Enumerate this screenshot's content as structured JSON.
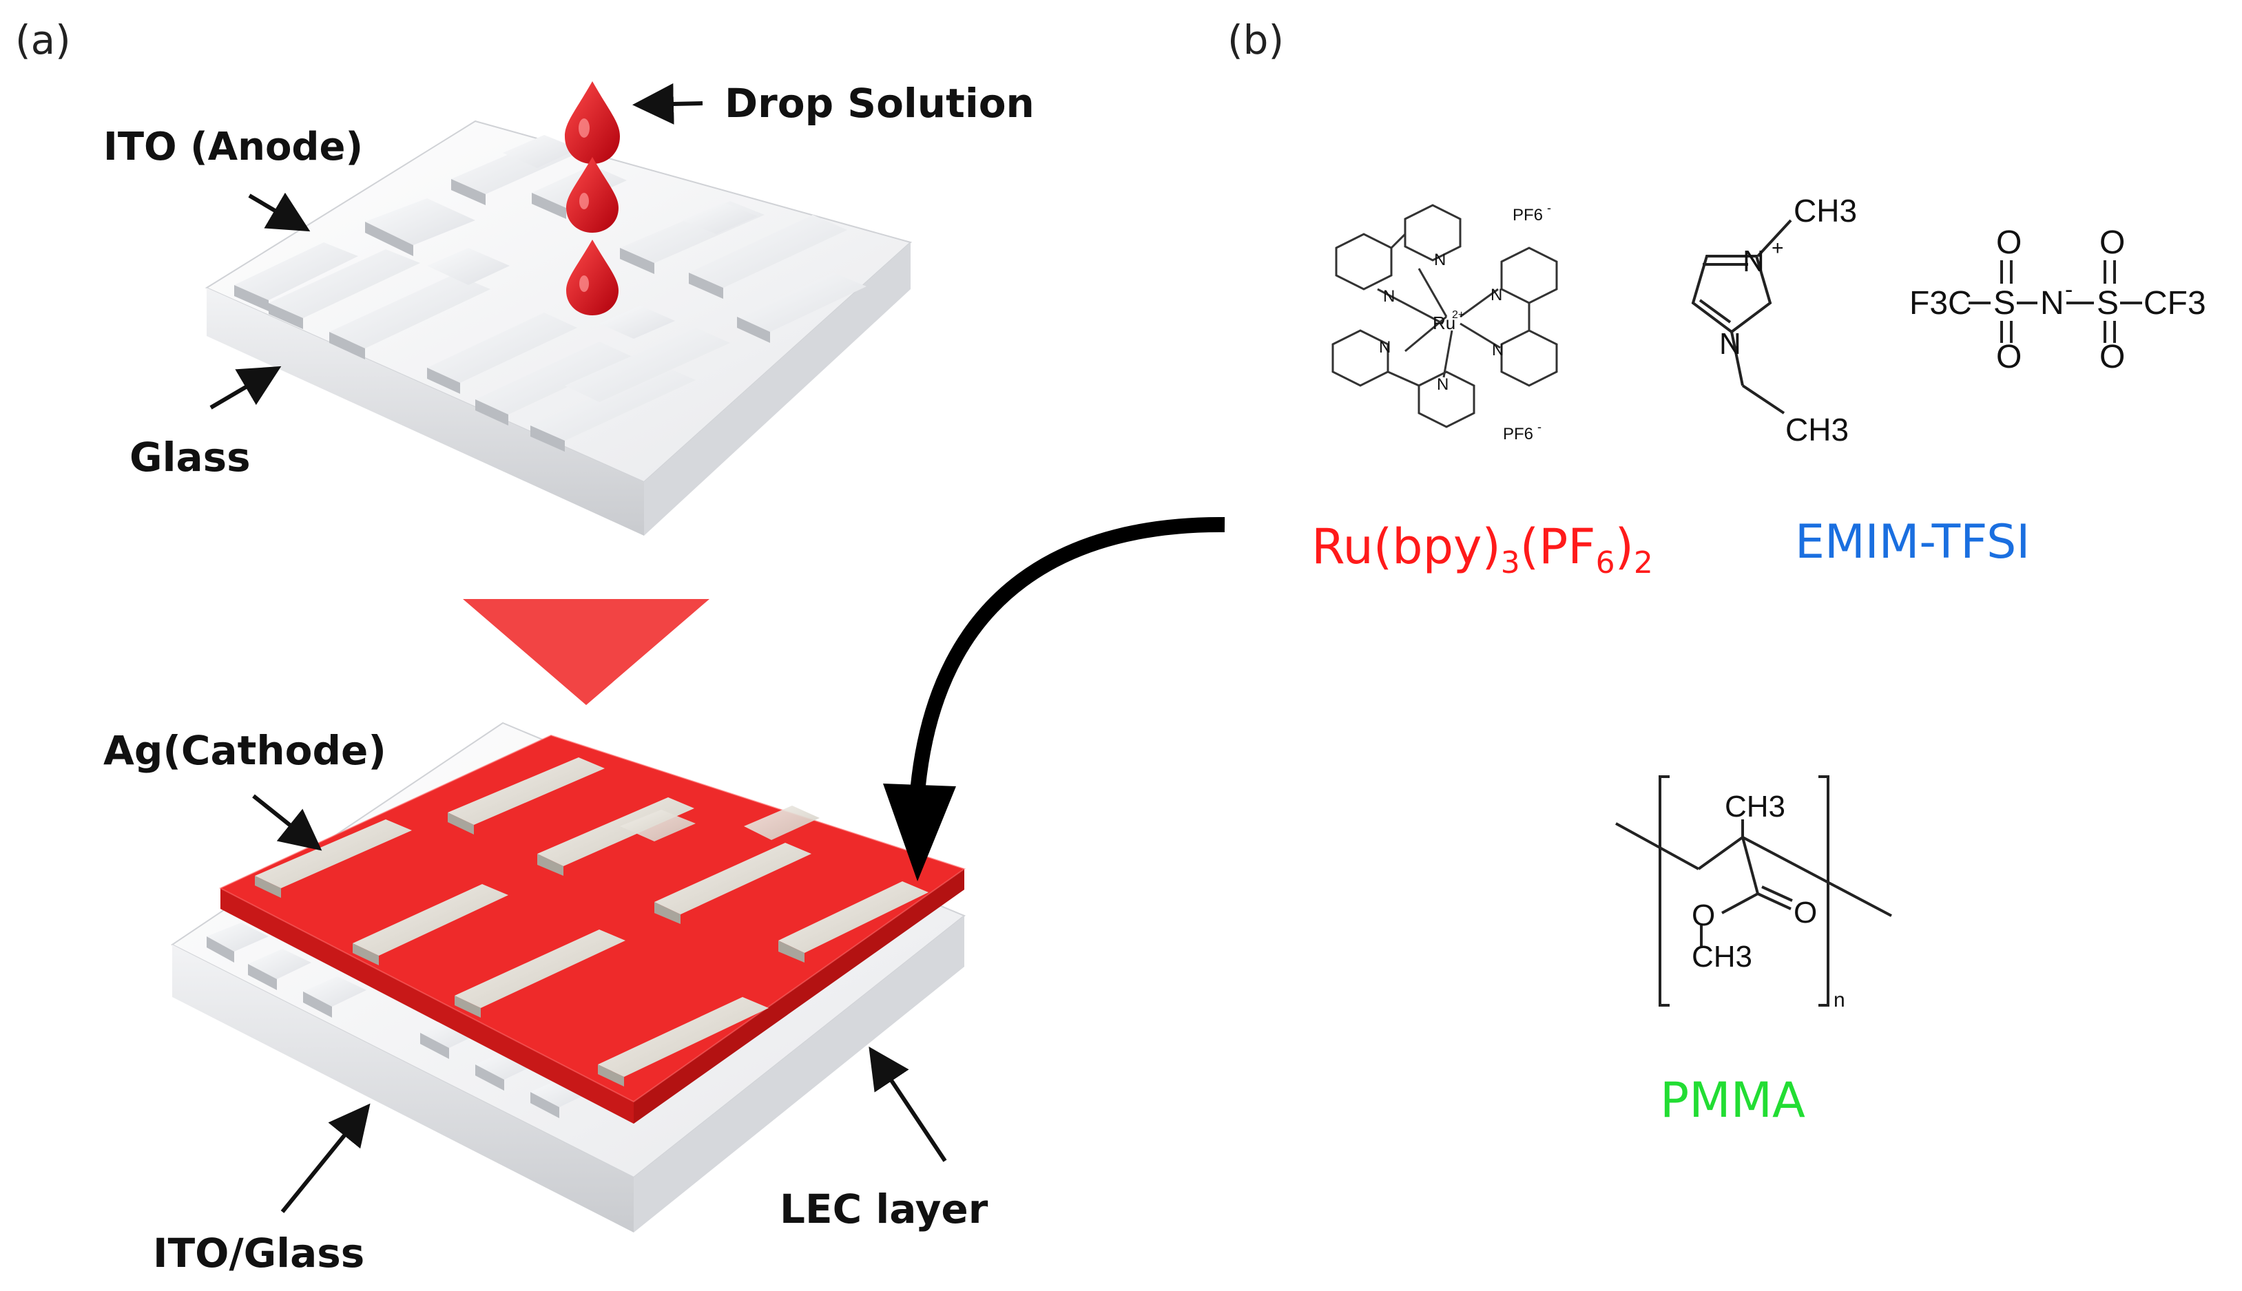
{
  "panel_a": {
    "panel_label": "(a)",
    "labels": {
      "drop_solution": "Drop Solution",
      "ito_anode": "ITO (Anode)",
      "glass": "Glass",
      "ag_cathode": "Ag(Cathode)",
      "ito_glass": "ITO/Glass",
      "lec_layer": "LEC layer"
    }
  },
  "panel_b": {
    "panel_label": "(b)",
    "compounds": [
      {
        "name": "Ru(bpy)3(PF6)2",
        "name_main": "Ru(bpy)",
        "sub1": "3",
        "mid": "(PF",
        "sub2": "6",
        "close": ")",
        "sub3": "2",
        "color": "#ff1a1a"
      },
      {
        "name": "EMIM-TFSI",
        "color": "#1a6fe0"
      },
      {
        "name": "PMMA",
        "color": "#22dd33"
      }
    ],
    "structure_text": {
      "pf6": "PF6",
      "pf6_sup": "-",
      "ru": "Ru",
      "ru_charge": "2+",
      "n": "N",
      "ch3": "CH3",
      "f3c": "F3C",
      "cf3": "CF3",
      "s": "S",
      "o": "O",
      "n_minus": "N",
      "plus": "+",
      "minus": "-",
      "n_sub": "n"
    }
  },
  "colors": {
    "lec_red": "#ee2a2a",
    "arrow_red": "#f24444",
    "drop_red": "#cc0a14"
  }
}
